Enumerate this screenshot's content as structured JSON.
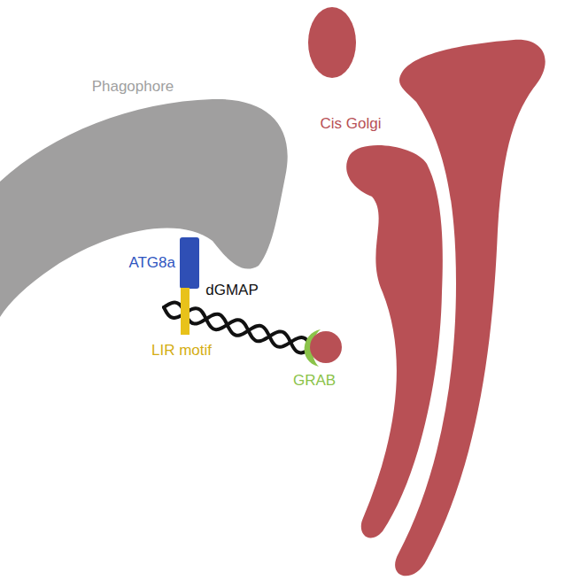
{
  "diagram": {
    "labels": [
      "Phagophore",
      "Cis Golgi",
      "ATG8a",
      "dGMAP",
      "LIR motif",
      "GRAB"
    ]
  }
}
